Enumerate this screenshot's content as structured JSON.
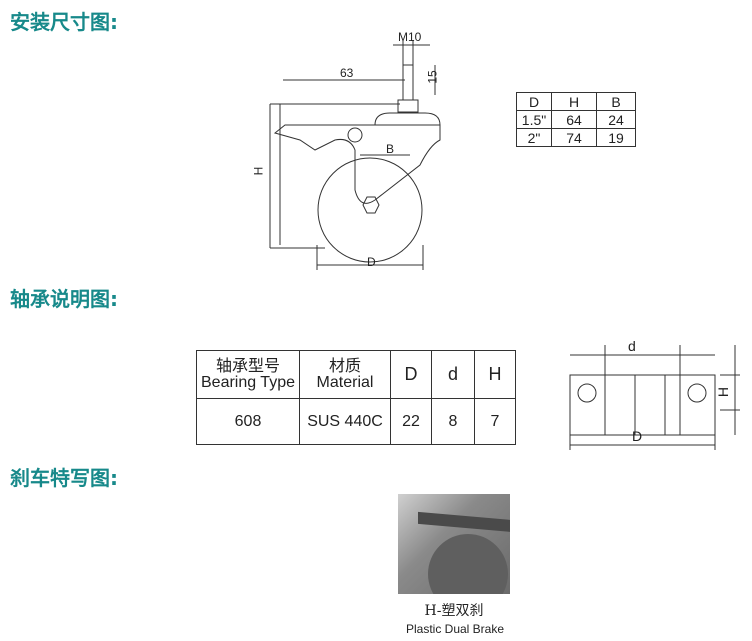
{
  "headings": {
    "install": "安装尺寸图:",
    "bearing": "轴承说明图:",
    "brake": "刹车特写图:"
  },
  "install_drawing": {
    "m10": "M10",
    "d63": "63",
    "d15": "15",
    "h": "H",
    "b": "B",
    "d": "D"
  },
  "size_table": {
    "headers": [
      "D",
      "H",
      "B"
    ],
    "rows": [
      [
        "1.5\"",
        "64",
        "24"
      ],
      [
        "2\"",
        "74",
        "19"
      ]
    ]
  },
  "bearing_table": {
    "headers": [
      {
        "cn": "轴承型号",
        "en": "Bearing Type"
      },
      {
        "cn": "材质",
        "en": "Material"
      },
      {
        "cn": "",
        "en": "D"
      },
      {
        "cn": "",
        "en": "d"
      },
      {
        "cn": "",
        "en": "H"
      }
    ],
    "row": [
      "608",
      "SUS 440C",
      "22",
      "8",
      "7"
    ]
  },
  "bearing_drawing": {
    "d_small": "d",
    "d_big": "D",
    "h": "H"
  },
  "brake": {
    "caption_cn": "H-塑双刹",
    "caption_en": "Plastic Dual Brake"
  }
}
